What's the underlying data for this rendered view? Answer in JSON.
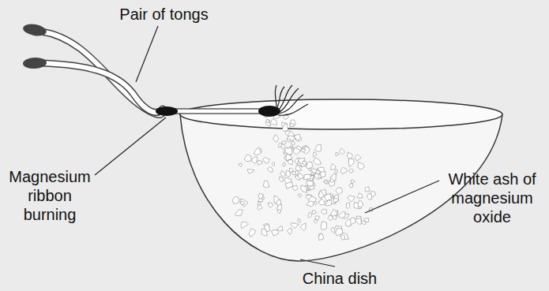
{
  "diagram": {
    "labels": [
      "Pair of tongs",
      "Magnesium ribbon burning",
      "White ash of magnesium oxide",
      "China dish"
    ]
  }
}
